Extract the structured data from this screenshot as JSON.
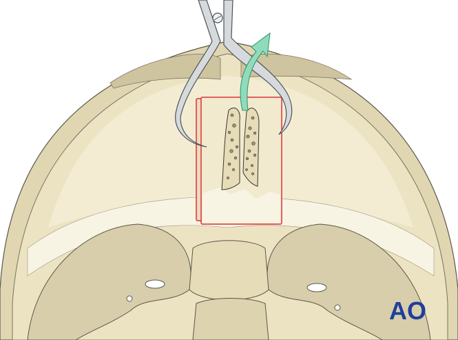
{
  "logo": {
    "text": "AO",
    "color": "#1f3f9a"
  },
  "colors": {
    "bone_light": "#f6f1dc",
    "bone_mid": "#ece3c2",
    "bone_dark": "#c9bf9c",
    "outline": "#5a5648",
    "cut_outline": "#e0303a",
    "arrow": "#8fdcbc",
    "instrument": "#d6dadd"
  },
  "icons": [
    "forceps-instrument",
    "curved-arrow",
    "bone-window-cutout"
  ]
}
